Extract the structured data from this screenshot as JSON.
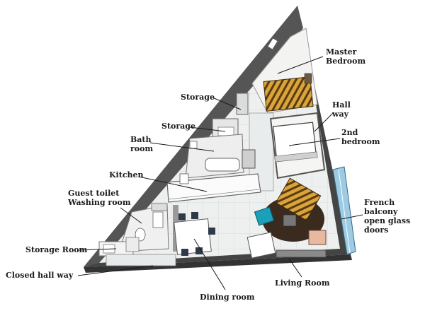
{
  "labels": {
    "master_bedroom": [
      "Master",
      "Bedroom"
    ],
    "storage_upper": "Storage",
    "storage_lower": "Storage",
    "hall_way": [
      "Hall",
      "way"
    ],
    "bath_room": [
      "Bath",
      "room"
    ],
    "second_bedroom": [
      "2nd",
      "bedroom"
    ],
    "kitchen": "Kitchen",
    "guest_toilet": [
      "Guest toilet",
      "Washing room"
    ],
    "french_balcony": [
      "French",
      "balcony",
      "open glass",
      "doors"
    ],
    "storage_room": "Storage Room",
    "closed_hall_way": "Closed hall way",
    "living_room": "Living Room",
    "dining_room": "Dining room"
  }
}
